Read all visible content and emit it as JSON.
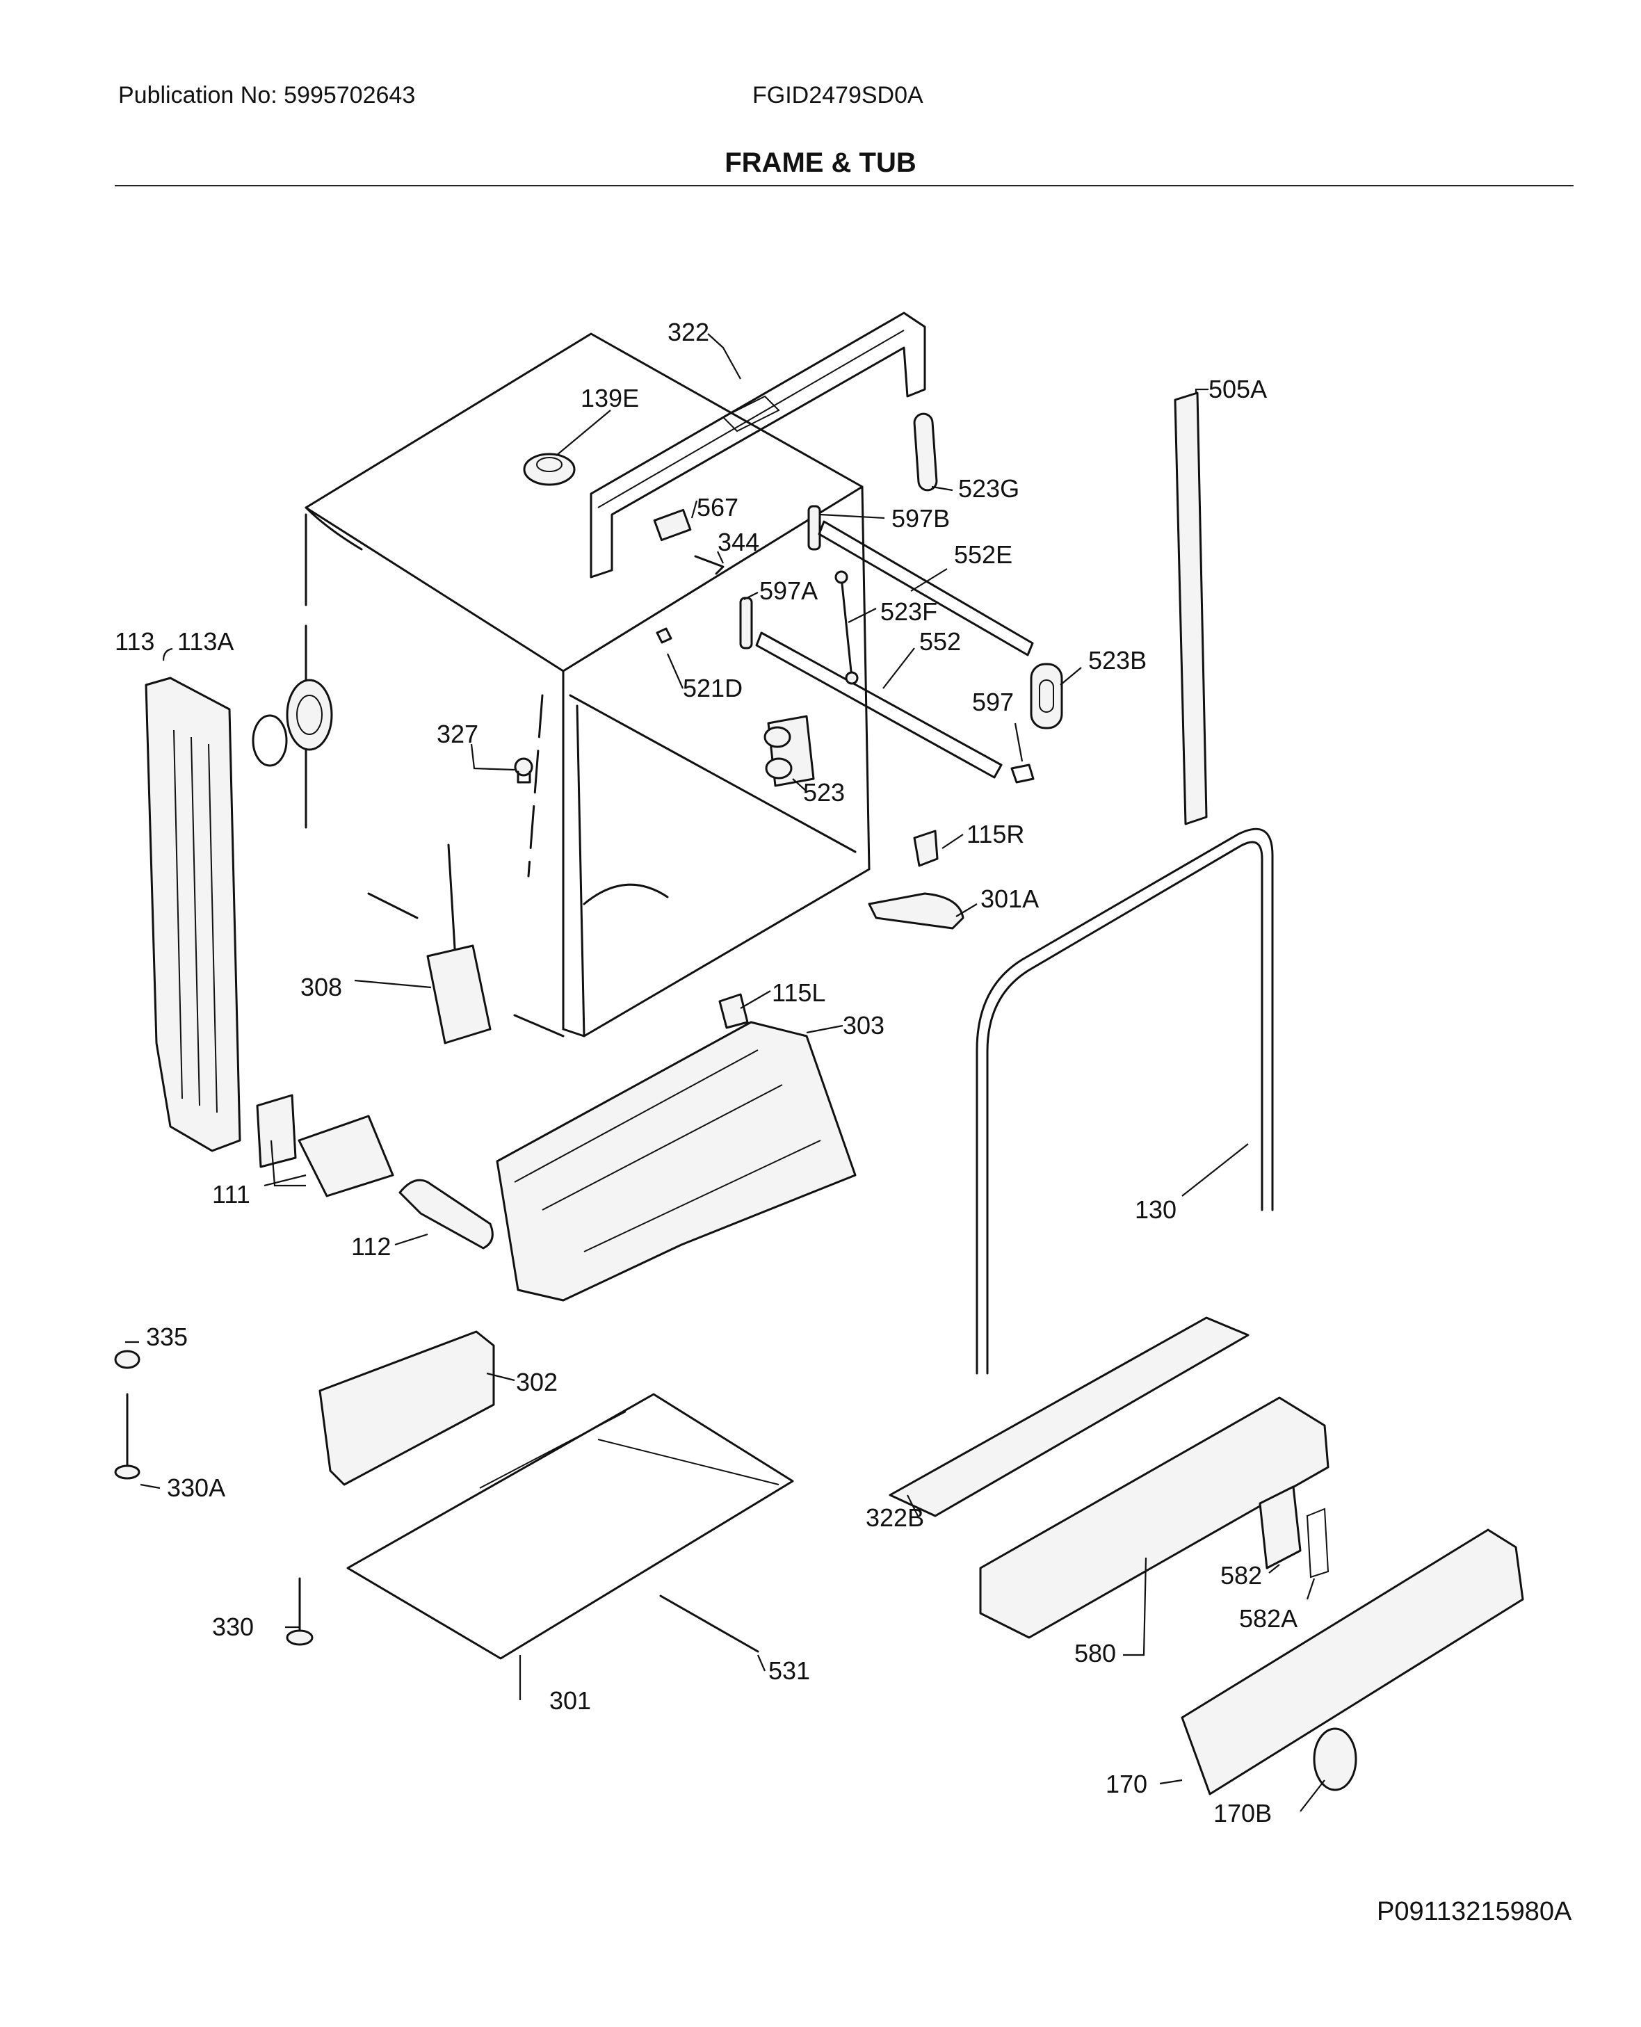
{
  "header": {
    "publication": "Publication No: 5995702643",
    "model": "FGID2479SD0A",
    "section_title": "FRAME & TUB"
  },
  "footer": {
    "doc_id": "P09113215980A"
  },
  "callouts": {
    "c113": "113",
    "c113A": "113A",
    "c139E": "139E",
    "c322": "322",
    "c505A": "505A",
    "c567": "567",
    "c523G": "523G",
    "c597B": "597B",
    "c344": "344",
    "c552E": "552E",
    "c597A": "597A",
    "c523F": "523F",
    "c552": "552",
    "c523B": "523B",
    "c521D": "521D",
    "c597": "597",
    "c327": "327",
    "c523": "523",
    "c115R": "115R",
    "c301A": "301A",
    "c308": "308",
    "c115L": "115L",
    "c303": "303",
    "c111": "111",
    "c130": "130",
    "c112": "112",
    "c335": "335",
    "c302": "302",
    "c330A": "330A",
    "c322B": "322B",
    "c582": "582",
    "c582A": "582A",
    "c330": "330",
    "c580": "580",
    "c531": "531",
    "c301": "301",
    "c170": "170",
    "c170B": "170B"
  }
}
